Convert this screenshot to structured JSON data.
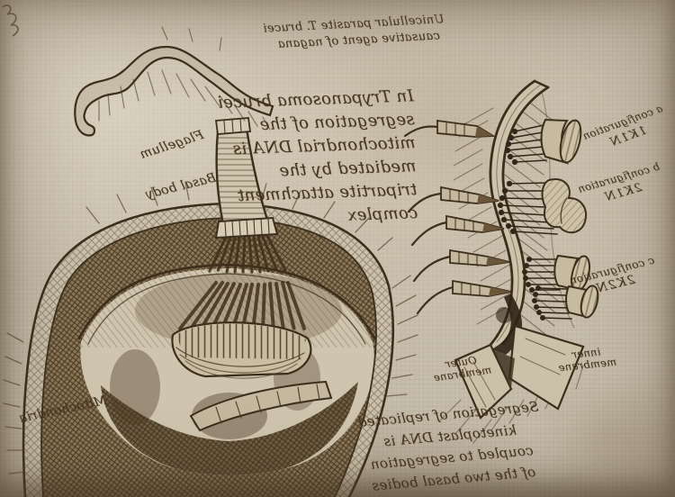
{
  "artwork": {
    "title_note_hidden": "",
    "writing_style": "mirrored-handwriting",
    "palette": {
      "ink": "#453823",
      "parchment": "#c7bdab",
      "dark_wash": "#5b4730"
    }
  },
  "notes": {
    "top": {
      "lines": [
        "Unicellular parasite T. brucei",
        "causative agent of nagana"
      ]
    },
    "center": {
      "lines": [
        "In Trypanosoma brucei",
        "segregation of the",
        "mitochondrial DNA is",
        "mediated by the",
        "tripartite attachment",
        "complex"
      ]
    },
    "bottom": {
      "lines": [
        "Segregation of replicated",
        "kinetoplast DNA is",
        "coupled to segregation",
        "of the two basal bodies"
      ]
    }
  },
  "labels": {
    "flagellum": "Flagellum",
    "basal_body": "Basal body",
    "mitochondria": "Mitochondria",
    "config_a": {
      "name": "a configuration",
      "code": "1K1N"
    },
    "config_b": {
      "name": "b configuration",
      "code": "2K1N"
    },
    "config_c": {
      "name": "c configuration",
      "code": "2K2N"
    },
    "outer_membrane": {
      "line1": "Outer",
      "line2": "membrane"
    },
    "inner_membrane": {
      "line1": "inner",
      "line2": "membrane"
    }
  }
}
